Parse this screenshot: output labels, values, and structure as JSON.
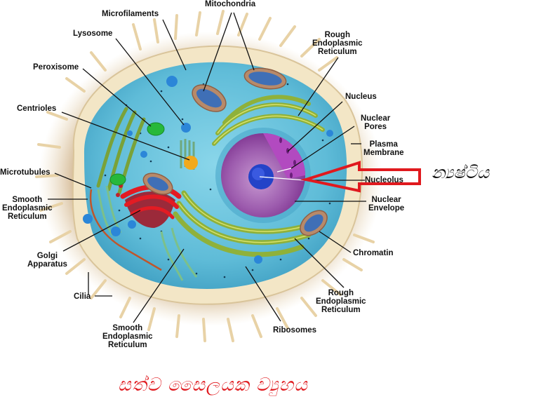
{
  "diagram": {
    "subject": "Animal cell structure",
    "title_sinhala": "සත්ව සෛලයක ව්‍යුහය",
    "highlight": {
      "target_label": "Nucleolus",
      "annotation_sinhala": "න්‍යෂ්ටිය",
      "arrow_color": "#e0191e"
    },
    "labels": {
      "microfilaments": "Microfilaments",
      "mitochondria": "Mitochondria",
      "lysosome": "Lysosome",
      "rough_er_top": "Rough\nEndoplasmic\nReticulum",
      "peroxisome": "Peroxisome",
      "nucleus": "Nucleus",
      "centrioles": "Centrioles",
      "nuclear_pores": "Nuclear\nPores",
      "plasma_membrane": "Plasma\nMembrane",
      "microtubules": "Microtubules",
      "nucleolus": "Nucleolus",
      "smooth_er_left": "Smooth\nEndoplasmic\nReticulum",
      "nuclear_envelope": "Nuclear\nEnvelope",
      "golgi": "Golgi\nApparatus",
      "chromatin": "Chromatin",
      "cilia": "Cilia",
      "rough_er_bottom": "Rough\nEndoplasmic\nReticulum",
      "smooth_er_bottom": "Smooth\nEndoplasmic\nReticulum",
      "ribosomes": "Ribosomes"
    },
    "colors": {
      "cytoplasm": "#6cc3de",
      "membrane": "#f3e6c6",
      "cilia": "#d7bd92",
      "nucleus": "#9a4aa8",
      "nucleolus": "#2343c8",
      "golgi": "#e31b23",
      "rough_er": "#8fb13a",
      "mitochondria": "#b78a6a",
      "peroxisome": "#27b83a",
      "lysosome": "#2b86d8",
      "title_red": "#e0191e"
    }
  }
}
